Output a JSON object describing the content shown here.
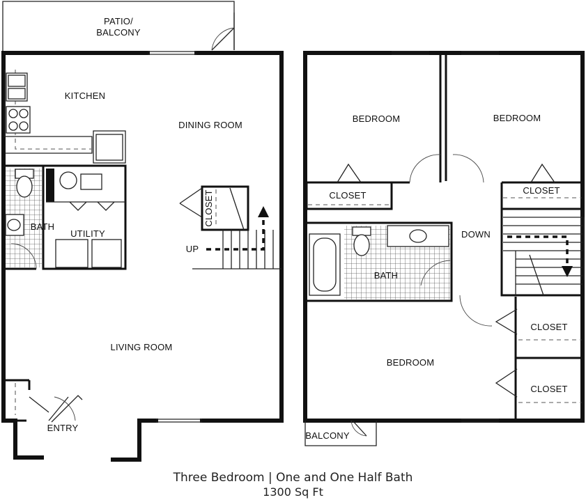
{
  "rooms": {
    "patio": "PATIO/",
    "patio2": "BALCONY",
    "kitchen": "KITCHEN",
    "dining": "DINING ROOM",
    "bath_down": "BATH",
    "utility": "UTILITY",
    "closet_stair": "CLOSET",
    "up": "UP",
    "living": "LIVING ROOM",
    "entry": "ENTRY",
    "bedroom1": "BEDROOM",
    "bedroom2": "BEDROOM",
    "closet_hall": "CLOSET",
    "closet_bed2": "CLOSET",
    "down": "DOWN",
    "bath_up": "BATH",
    "closet_a": "CLOSET",
    "bedroom3": "BEDROOM",
    "closet_b": "CLOSET",
    "balcony": "BALCONY"
  },
  "caption": {
    "line1": "Three Bedroom | One and One Half Bath",
    "line2": "1300 Sq Ft"
  }
}
